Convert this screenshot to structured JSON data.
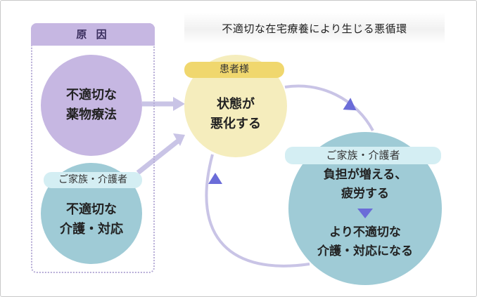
{
  "title": "不適切な在宅療養により生じる悪循環",
  "cause": {
    "header": "原 因",
    "drug": {
      "line1": "不適切な",
      "line2": "薬物療法"
    },
    "care": {
      "label": "ご家族・介護者",
      "line1": "不適切な",
      "line2": "介護・対応"
    }
  },
  "patient": {
    "label": "患者様",
    "line1": "状態が",
    "line2": "悪化する"
  },
  "family": {
    "label": "ご家族・介護者",
    "line1": "負担が増える、",
    "line2": "疲労する",
    "line3": "より不適切な",
    "line4": "介護・対応になる"
  },
  "colors": {
    "cause_purple": "#c6b7e2",
    "care_blue": "#9fcbd6",
    "patient_yellow": "#f5edbd",
    "patient_label": "#f0d76e",
    "arrow_head": "#6b6cd8",
    "cycle_ring": "#c9c4e6"
  },
  "icons": [
    "arrow-right-icon",
    "arrow-up-right-icon",
    "cycle-arrow-icon",
    "down-triangle-icon"
  ]
}
